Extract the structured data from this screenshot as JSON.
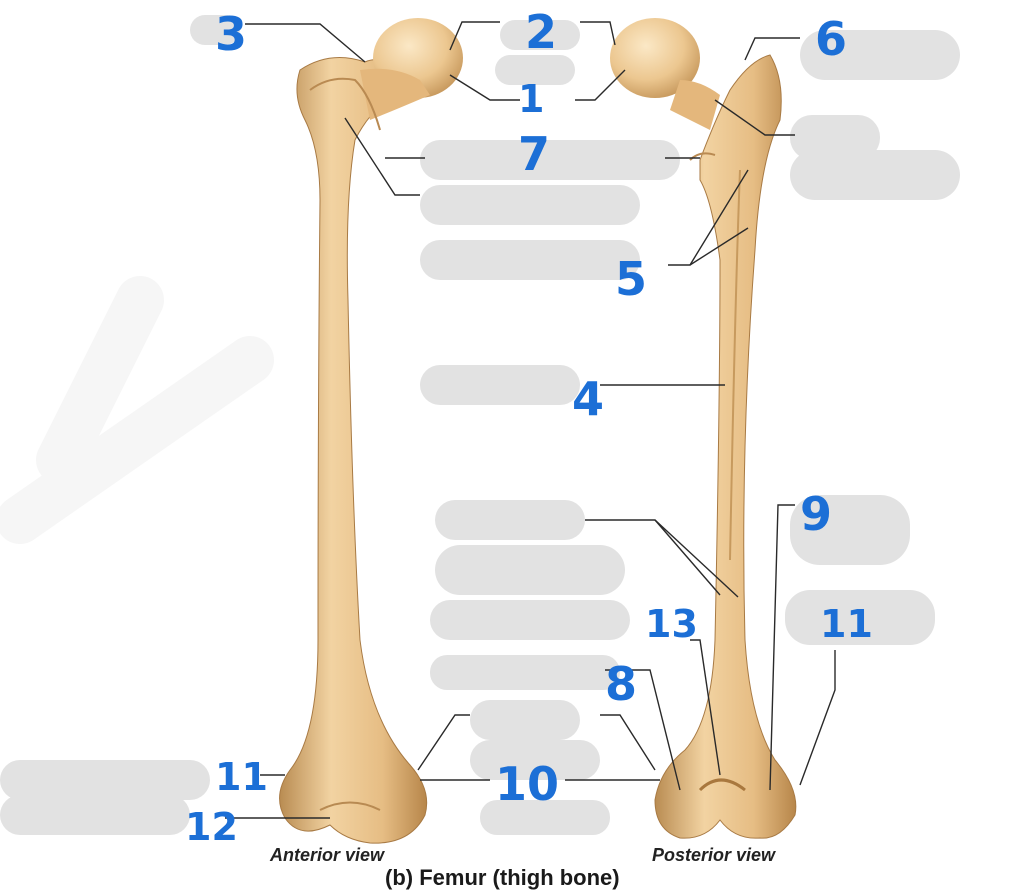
{
  "figure": {
    "caption": "(b) Femur (thigh bone)",
    "anterior_label": "Anterior view",
    "posterior_label": "Posterior view"
  },
  "labels": {
    "head": "1",
    "head_top": "2",
    "greater_trochanter_anterior": "3",
    "shaft": "4",
    "gluteal_lines": "5",
    "greater_trochanter_posterior": "6",
    "neck": "7",
    "lateral_condyle_posterior": "8",
    "medial_epicondyle": "9",
    "intercondylar": "10",
    "epicondyle_left": "11",
    "epicondyle_right": "11",
    "patellar_surface": "12",
    "linea_aspera": "13"
  },
  "colors": {
    "bone": "#e8c08a",
    "bone_shade": "#c99a5c",
    "handwriting": "#1c6fd6",
    "redaction": "#e2e2e2"
  }
}
